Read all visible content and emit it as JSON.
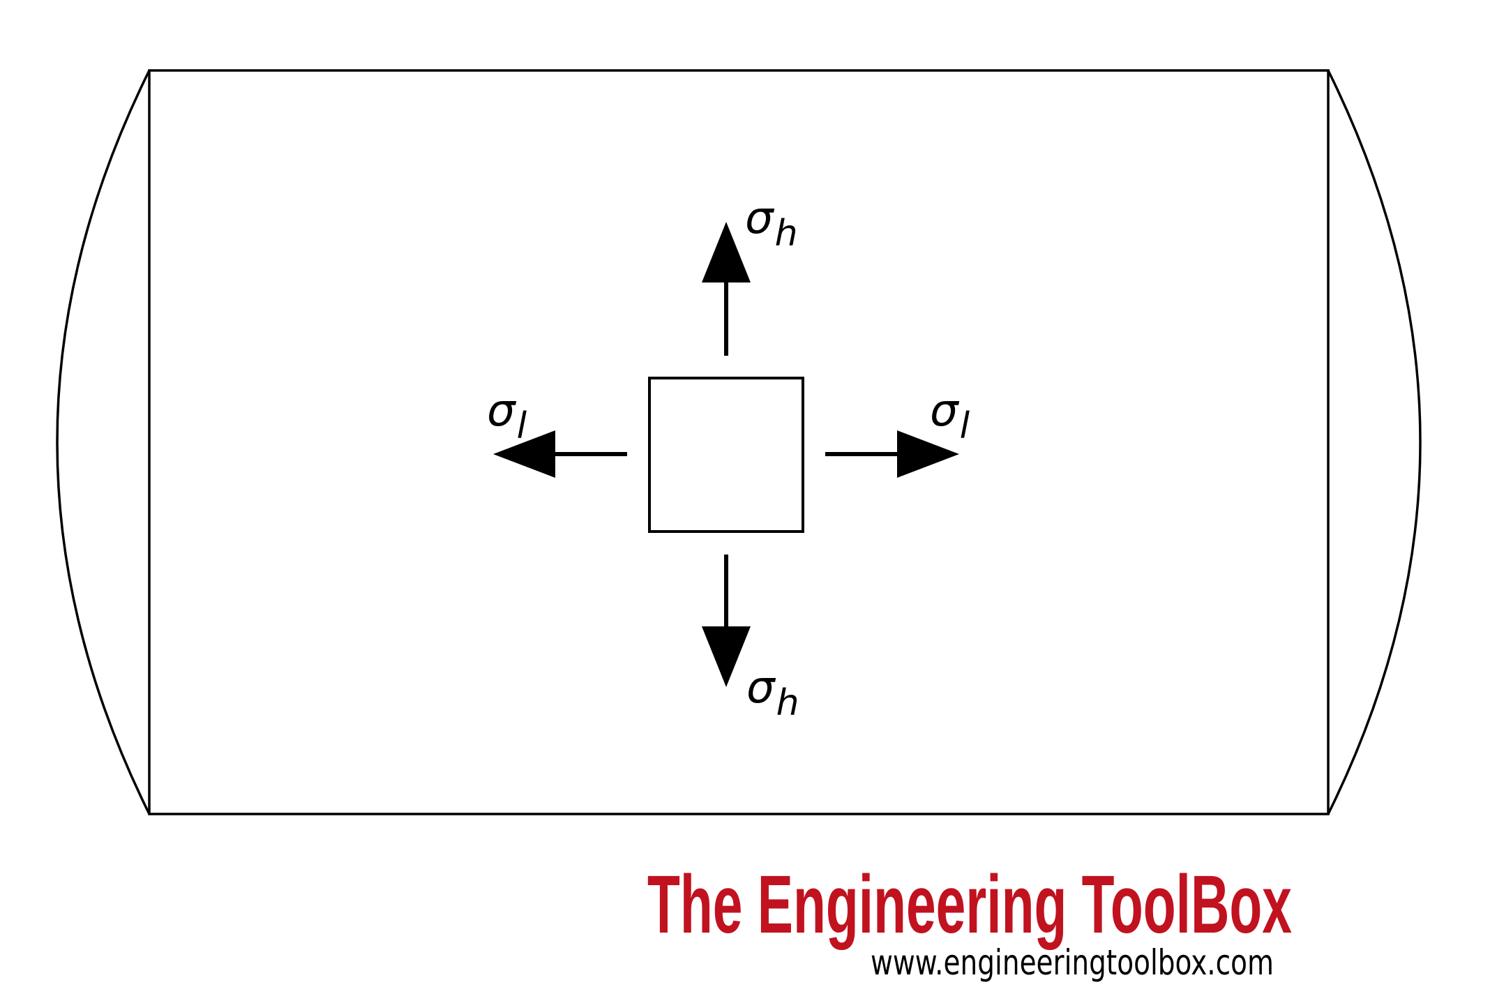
{
  "labels": {
    "hoop_top": {
      "symbol": "σ",
      "subscript": "h"
    },
    "hoop_bottom": {
      "symbol": "σ",
      "subscript": "h"
    },
    "long_left": {
      "symbol": "σ",
      "subscript": "l"
    },
    "long_right": {
      "symbol": "σ",
      "subscript": "l"
    }
  },
  "branding": {
    "title": "The Engineering ToolBox",
    "url": "www.engineeringtoolbox.com"
  },
  "colors": {
    "brand": "#c1121f",
    "stroke": "#000000",
    "background": "#ffffff"
  }
}
